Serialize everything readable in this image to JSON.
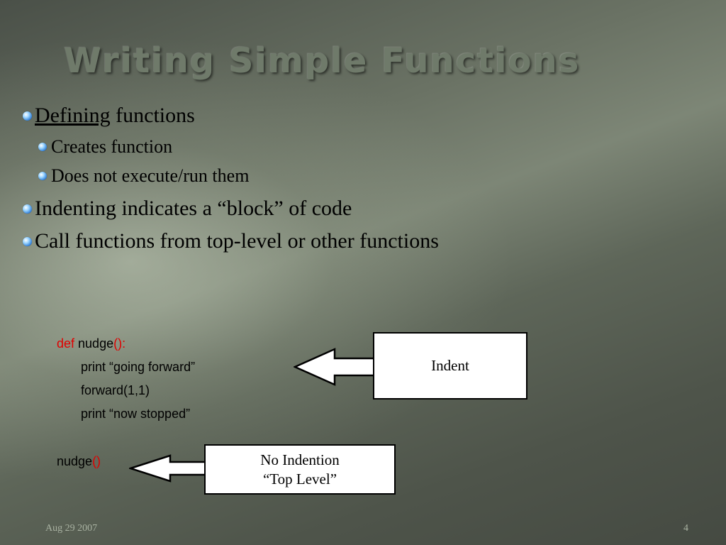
{
  "slide": {
    "title": "Writing Simple Functions",
    "bullets": [
      {
        "underlined": "Defining",
        "text": " functions"
      },
      {
        "text": "Creates function"
      },
      {
        "text": "Does not execute/run them"
      },
      {
        "text": "Indenting indicates a “block” of code"
      },
      {
        "text": "Call functions from top-level or other functions"
      }
    ],
    "code": {
      "keyword_def": "def",
      "func_name": " nudge",
      "func_parens": "():",
      "line2": "print “going forward”",
      "line3": "forward(1,1)",
      "line4": "print “now stopped”",
      "call_name": "nudge",
      "call_parens": "()"
    },
    "callouts": {
      "indent": "Indent",
      "no_indention_line1": "No Indention",
      "no_indention_line2": "“Top Level”"
    },
    "footer": {
      "date": "Aug 29 2007",
      "page_number": "4"
    },
    "colors": {
      "bullet_dot": "#1e6fd0",
      "code_keyword": "#e00000"
    },
    "icons": {
      "bullet": "bullet-dot-icon",
      "arrow": "left-arrow-icon"
    }
  }
}
